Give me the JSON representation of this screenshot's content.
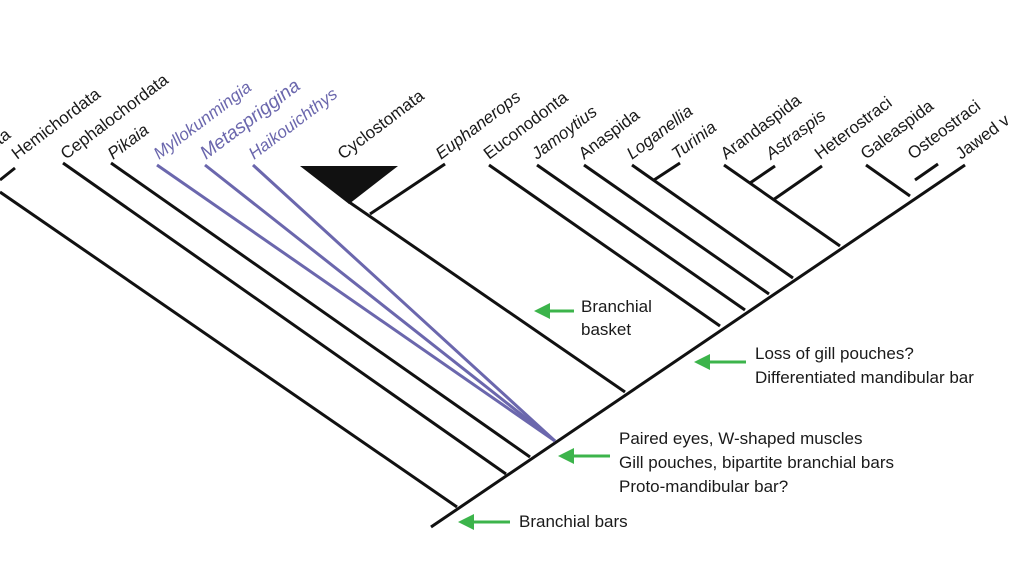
{
  "taxa": [
    {
      "id": "tunicata",
      "label": "Tunicata",
      "visible": "cata",
      "italic": false,
      "highlight": false
    },
    {
      "id": "hemichordata",
      "label": "Hemichordata",
      "italic": false,
      "highlight": false
    },
    {
      "id": "cephalochordata",
      "label": "Cephalochordata",
      "italic": false,
      "highlight": false
    },
    {
      "id": "pikaia",
      "label": "Pikaia",
      "italic": true,
      "highlight": false
    },
    {
      "id": "myllokunmingia",
      "label": "Myllokunmingia",
      "italic": true,
      "highlight": true
    },
    {
      "id": "metaspriggina",
      "label": "Metaspriggina",
      "italic": true,
      "highlight": true
    },
    {
      "id": "haikouichthys",
      "label": "Haikouichthys",
      "italic": true,
      "highlight": true
    },
    {
      "id": "cyclostomata",
      "label": "Cyclostomata",
      "italic": false,
      "highlight": false
    },
    {
      "id": "euphanerops",
      "label": "Euphanerops",
      "italic": true,
      "highlight": false
    },
    {
      "id": "euconodonta",
      "label": "Euconodonta",
      "italic": false,
      "highlight": false
    },
    {
      "id": "jamoytius",
      "label": "Jamoytius",
      "italic": true,
      "highlight": false
    },
    {
      "id": "anaspida",
      "label": "Anaspida",
      "italic": false,
      "highlight": false
    },
    {
      "id": "loganellia",
      "label": "Loganellia",
      "italic": true,
      "highlight": false
    },
    {
      "id": "turinia",
      "label": "Turinia",
      "italic": true,
      "highlight": false
    },
    {
      "id": "arandaspida",
      "label": "Arandaspida",
      "italic": false,
      "highlight": false
    },
    {
      "id": "astraspis",
      "label": "Astraspis",
      "italic": true,
      "highlight": false
    },
    {
      "id": "heterostraci",
      "label": "Heterostraci",
      "italic": false,
      "highlight": false
    },
    {
      "id": "galeaspida",
      "label": "Galeaspida",
      "italic": false,
      "highlight": false
    },
    {
      "id": "osteostraci",
      "label": "Osteostraci",
      "italic": false,
      "highlight": false
    },
    {
      "id": "jawed",
      "label": "Jawed v",
      "italic": false,
      "highlight": false
    }
  ],
  "annotations": {
    "branchial_basket": [
      "Branchial",
      "basket"
    ],
    "loss_gill_pouches": [
      "Loss of gill pouches?",
      "Differentiated mandibular bar"
    ],
    "paired_eyes": [
      "Paired eyes, W-shaped muscles",
      "Gill pouches, bipartite branchial bars",
      "Proto-mandibular bar?"
    ],
    "branchial_bars": [
      "Branchial bars"
    ]
  },
  "colors": {
    "branch": "#111111",
    "highlight": "#6b67ad",
    "arrow": "#3cb44b"
  }
}
